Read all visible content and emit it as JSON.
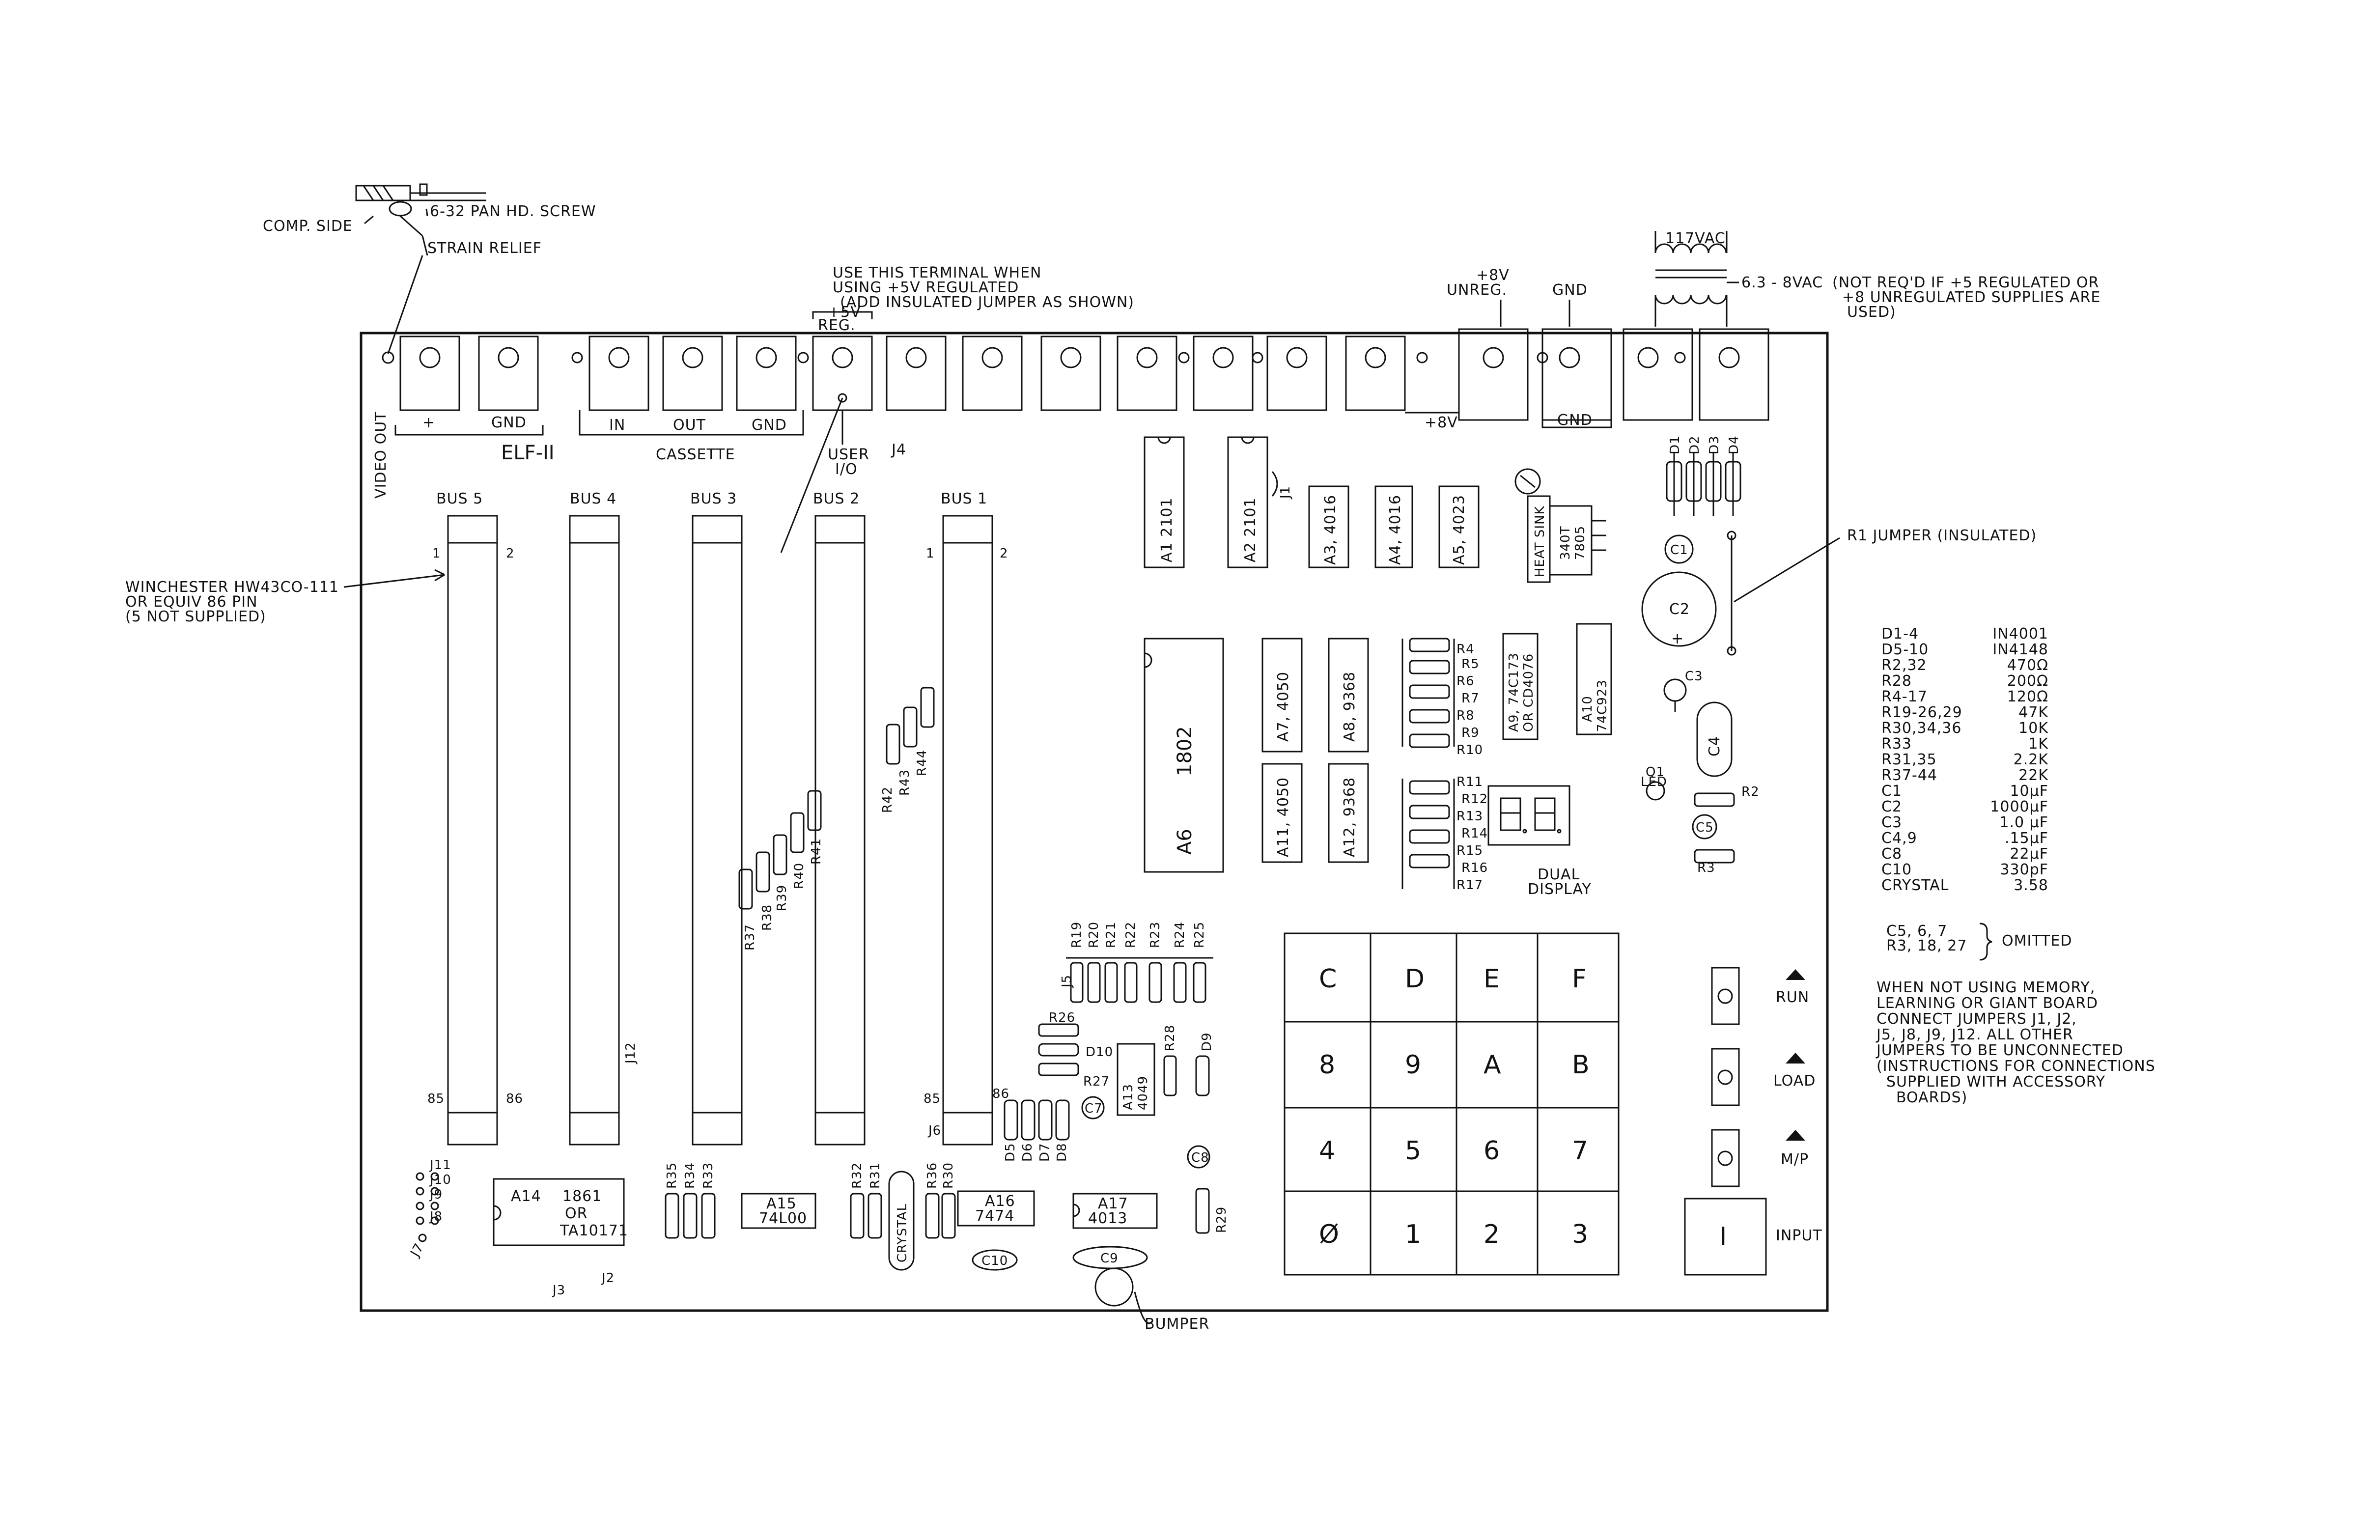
{
  "labels": {
    "comp_side": "COMP. SIDE",
    "screw": "6-32 PAN HD. SCREW",
    "strain_relief": "STRAIN RELIEF",
    "terminal_note": [
      "USE THIS TERMINAL WHEN",
      "USING +5V REGULATED",
      "(ADD INSULATED JUMPER AS SHOWN)"
    ],
    "plus5v": "+5V",
    "reg": "REG.",
    "plus8v_unreg_1": "+8V",
    "plus8v_unreg_2": "UNREG.",
    "gnd_top": "GND",
    "vac117": "117VAC",
    "vac63": "6.3 - 8VAC",
    "vac_note": [
      "(NOT REQ'D IF +5 REGULATED OR",
      "+8 UNREGULATED SUPPLIES ARE",
      "USED)"
    ],
    "video_out": "VIDEO OUT",
    "plus": "+",
    "gnd": "GND",
    "in": "IN",
    "out": "OUT",
    "cassette": "CASSETTE",
    "user_io_1": "USER",
    "user_io_2": "I/O",
    "j4": "J4",
    "plus8v": "+8V",
    "elf": "ELF-II",
    "winchester": [
      "WINCHESTER HW43CO-111",
      "OR EQUIV 86 PIN",
      "(5 NOT SUPPLIED)"
    ],
    "r1_jumper": "R1 JUMPER (INSULATED)",
    "dual_display_1": "DUAL",
    "dual_display_2": "DISPLAY",
    "heatsink": "HEAT SINK",
    "reg_chip": [
      "340T",
      "7805"
    ],
    "bumper": "BUMPER",
    "crystal": "CRYSTAL",
    "input": "INPUT",
    "run": "RUN",
    "load": "LOAD",
    "mp": "M/P",
    "omitted_parts": [
      "C5, 6, 7",
      "R3, 18, 27"
    ],
    "omitted": "OMITTED",
    "jumper_note": [
      "WHEN NOT USING MEMORY,",
      "LEARNING OR GIANT BOARD",
      "CONNECT JUMPERS J1, J2,",
      "J5, J8, J9, J12. ALL OTHER",
      "JUMPERS TO BE UNCONNECTED",
      "(INSTRUCTIONS FOR CONNECTIONS",
      "SUPPLIED WITH ACCESSORY",
      "BOARDS)"
    ],
    "qled": [
      "Q1",
      "LED"
    ],
    "j1": "J1",
    "i_btn": "I"
  },
  "buses": [
    {
      "name": "BUS 5",
      "pin_tl": "1",
      "pin_tr": "2",
      "pin_bl": "85",
      "pin_br": "86"
    },
    {
      "name": "BUS 4"
    },
    {
      "name": "BUS 3"
    },
    {
      "name": "BUS 2"
    },
    {
      "name": "BUS 1",
      "pin_tl": "1",
      "pin_tr": "2",
      "pin_bl": "85",
      "pin_br": "86"
    }
  ],
  "chips": {
    "a1": "A1  2101",
    "a2": "A2  2101",
    "a3": "A3, 4016",
    "a4": "A4, 4016",
    "a5": "A5, 4023",
    "a6_1802": "1802",
    "a6": "A6",
    "a7": "A7, 4050",
    "a8": "A8, 9368",
    "a9": [
      "A9, 74C173",
      "OR CD4076"
    ],
    "a10": [
      "A10",
      "74C923"
    ],
    "a11": "A11, 4050",
    "a12": "A12, 9368",
    "a13": [
      "A13",
      "4049"
    ],
    "a14": [
      "A14",
      "1861",
      "OR",
      "TA10171"
    ],
    "a15": [
      "A15",
      "74L00"
    ],
    "a16": [
      "A16",
      "7474"
    ],
    "a17": [
      "A17",
      "4013"
    ]
  },
  "resistor_labels": {
    "r4_17": [
      "R4",
      "R5",
      "R6",
      "R7",
      "R8",
      "R9",
      "R10",
      "R11",
      "R12",
      "R13",
      "R14",
      "R15",
      "R16",
      "R17"
    ],
    "r19_25": [
      "R19",
      "R20",
      "R21",
      "R22",
      "R23",
      "R24",
      "R25"
    ],
    "r37_41": [
      "R37",
      "R38",
      "R39",
      "R40",
      "R41"
    ],
    "r42_44": [
      "R42",
      "R43",
      "R44"
    ],
    "bottom": [
      "R35",
      "R34",
      "R33",
      "R32",
      "R31",
      "R36",
      "R30"
    ],
    "misc": [
      "R26",
      "R27",
      "R28",
      "R29",
      "R2",
      "R3"
    ],
    "diodes": [
      "D1",
      "D2",
      "D3",
      "D4",
      "D5",
      "D6",
      "D7",
      "D8",
      "D9",
      "D10"
    ],
    "caps": [
      "C1",
      "C2",
      "C3",
      "C4",
      "C5",
      "C7",
      "C8",
      "C9",
      "C10"
    ],
    "jumpers": [
      "J5",
      "J6",
      "J11",
      "J10",
      "J9",
      "J8",
      "J7",
      "J3",
      "J2",
      "J12"
    ]
  },
  "keypad": [
    [
      "C",
      "D",
      "E",
      "F"
    ],
    [
      "8",
      "9",
      "A",
      "B"
    ],
    [
      "4",
      "5",
      "6",
      "7"
    ],
    [
      "Ø",
      "1",
      "2",
      "3"
    ]
  ],
  "parts_list": [
    [
      "D1-4",
      "IN4001"
    ],
    [
      "D5-10",
      "IN4148"
    ],
    [
      "R2,32",
      "470Ω"
    ],
    [
      "R28",
      "200Ω"
    ],
    [
      "R4-17",
      "120Ω"
    ],
    [
      "R19-26,29",
      "47K"
    ],
    [
      "R30,34,36",
      "10K"
    ],
    [
      "R33",
      "1K"
    ],
    [
      "R31,35",
      "2.2K"
    ],
    [
      "R37-44",
      "22K"
    ],
    [
      "C1",
      "10μF"
    ],
    [
      "C2",
      "1000μF"
    ],
    [
      "C3",
      "1.0 μF"
    ],
    [
      "C4,9",
      ".15μF"
    ],
    [
      "C8",
      "22μF"
    ],
    [
      "C10",
      "330pF"
    ],
    [
      "CRYSTAL",
      "3.58"
    ]
  ]
}
